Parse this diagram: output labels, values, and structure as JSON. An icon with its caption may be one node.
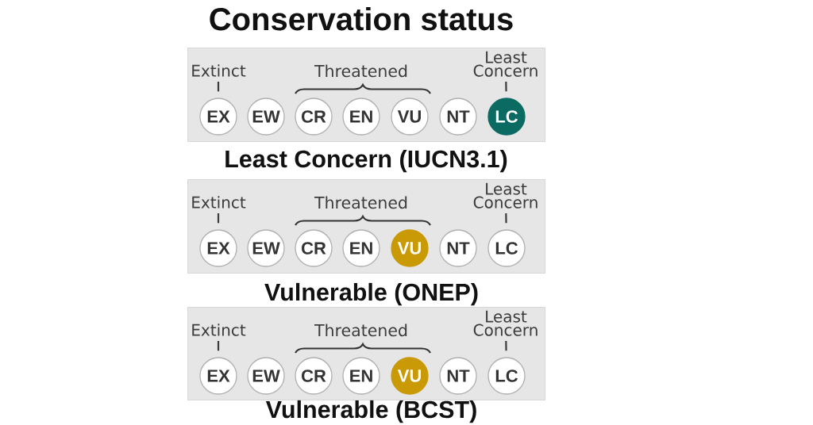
{
  "diagram": {
    "title": "Conservation status",
    "nodes": [
      {
        "text": [
          "Least Concern (IUCN3.1)"
        ]
      },
      {
        "text": [
          "Extinct"
        ],
        "in": 0
      },
      {
        "text": [
          "Least Concern"
        ],
        "in": 0
      },
      {
        "text": [
          "EX"
        ],
        "in": 0
      },
      {
        "text": [
          "EW"
        ],
        "in": 0
      },
      {
        "text": [
          "CR"
        ],
        "in": 0
      },
      {
        "text": [
          "EN"
        ],
        "in": 0
      },
      {
        "text": [
          "VU"
        ],
        "in": 0
      },
      {
        "text": [
          "NT"
        ],
        "in": 0
      },
      {
        "text": [
          "LC"
        ],
        "in": 0
      },
      {
        "text": [
          "Vulnerable (ONEP)"
        ]
      },
      {
        "text": [
          "Extinct"
        ],
        "in": 10
      },
      {
        "text": [
          "Least Concern"
        ],
        "in": 10
      },
      {
        "text": [
          "EX"
        ],
        "in": 10
      },
      {
        "text": [
          "EW"
        ],
        "in": 10
      },
      {
        "text": [
          "CR"
        ],
        "in": 10
      },
      {
        "text": [
          "EN"
        ],
        "in": 10
      },
      {
        "text": [
          "VU"
        ],
        "in": 10
      },
      {
        "text": [
          "NT"
        ],
        "in": 10
      },
      {
        "text": [
          "LC"
        ],
        "in": 10
      },
      {
        "text": [
          "Vulnerable (BCST)"
        ]
      },
      {
        "text": [
          "Extinct"
        ],
        "in": 20
      },
      {
        "text": [
          "Least Concern"
        ],
        "in": 20
      },
      {
        "text": [
          "EX"
        ],
        "in": 20
      },
      {
        "text": [
          "EW"
        ],
        "in": 20
      },
      {
        "text": [
          "CR"
        ],
        "in": 20
      },
      {
        "text": [
          "EN"
        ],
        "in": 20
      },
      {
        "text": [
          "VU"
        ],
        "in": 20
      },
      {
        "text": [
          "NT"
        ],
        "in": 20
      },
      {
        "text": [
          "LC"
        ],
        "in": 20
      }
    ],
    "edges": [
      {
        "from": 1,
        "to": 3,
        "arrow": "none"
      },
      {
        "from": 2,
        "to": 9,
        "arrow": "none"
      },
      {
        "from": 11,
        "to": 13,
        "arrow": "none"
      },
      {
        "from": 12,
        "to": 19,
        "arrow": "none"
      },
      {
        "from": 21,
        "to": 23,
        "arrow": "none"
      },
      {
        "from": 22,
        "to": 29,
        "arrow": "none"
      }
    ],
    "labels": [
      "Threatened",
      "Threatened",
      "Threatened"
    ]
  }
}
